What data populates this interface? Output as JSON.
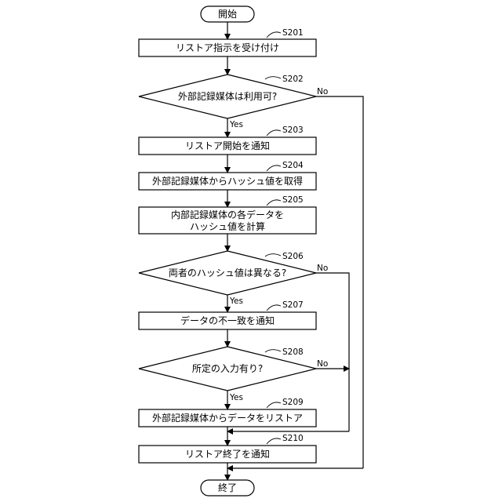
{
  "flowchart": {
    "start": "開始",
    "end": "終了",
    "steps": {
      "s201": {
        "id": "S201",
        "label": "リストア指示を受け付け"
      },
      "s202": {
        "id": "S202",
        "label": "外部記録媒体は利用可?"
      },
      "s203": {
        "id": "S203",
        "label": "リストア開始を通知"
      },
      "s204": {
        "id": "S204",
        "label": "外部記録媒体からハッシュ値を取得"
      },
      "s205": {
        "id": "S205",
        "label_line1": "内部記録媒体の各データを",
        "label_line2": "ハッシュ値を計算"
      },
      "s206": {
        "id": "S206",
        "label": "両者のハッシュ値は異なる?"
      },
      "s207": {
        "id": "S207",
        "label": "データの不一致を通知"
      },
      "s208": {
        "id": "S208",
        "label": "所定の入力有り?"
      },
      "s209": {
        "id": "S209",
        "label": "外部記録媒体からデータをリストア"
      },
      "s210": {
        "id": "S210",
        "label": "リストア終了を通知"
      }
    },
    "branches": {
      "yes": "Yes",
      "no": "No"
    }
  }
}
